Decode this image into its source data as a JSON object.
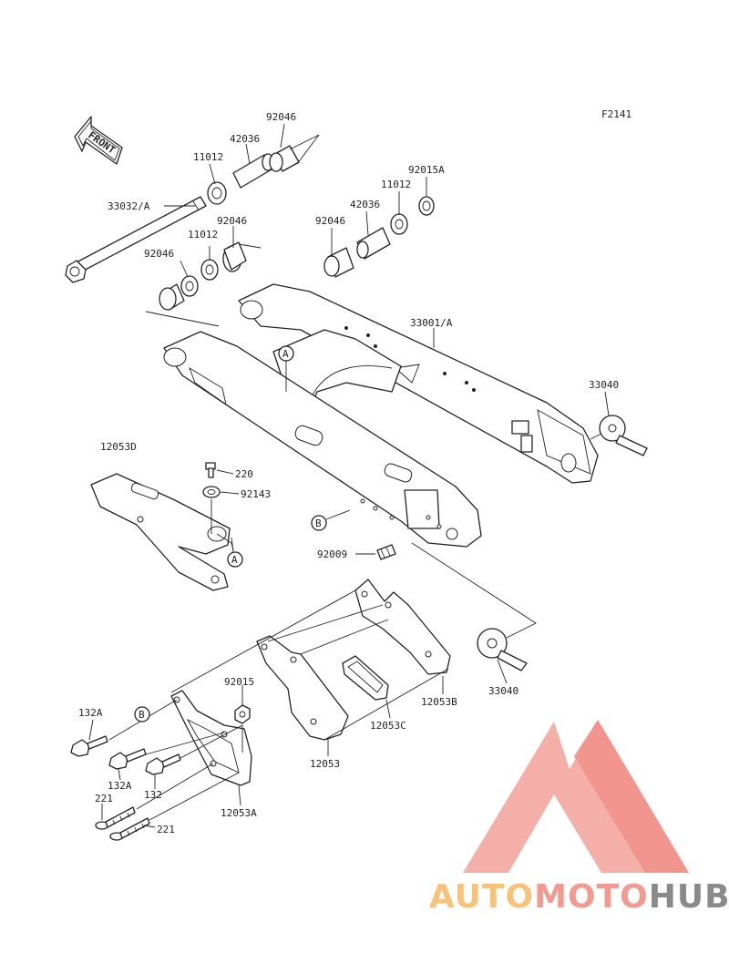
{
  "figure_code": "F2141",
  "front_arrow_label": "FRONT",
  "callout_letters": [
    "A",
    "A",
    "B",
    "B"
  ],
  "part_labels": [
    "92046",
    "42036",
    "11012",
    "33032/A",
    "92046",
    "11012",
    "92046",
    "92015A",
    "11012",
    "42036",
    "92046",
    "33001/A",
    "33040",
    "12053D",
    "220",
    "92143",
    "92009",
    "33040",
    "12053B",
    "12053C",
    "12053",
    "92015",
    "132A",
    "132A",
    "132",
    "221",
    "221",
    "12053A"
  ],
  "watermark": {
    "part1": "AUTO",
    "part2": "MOTO",
    "part3": "HUB",
    "color1": "#F8C27A",
    "color2": "#F29A90",
    "color3": "#8A8A8A",
    "logo_color": "#F07F78"
  }
}
